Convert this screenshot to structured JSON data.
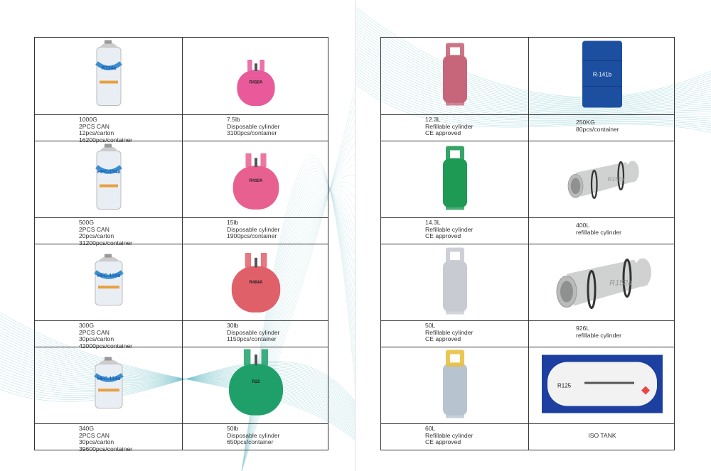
{
  "left_page": {
    "rows": [
      {
        "cells": [
          {
            "kind": "can",
            "color": "#e8eef4",
            "tall": true,
            "label": "R134a",
            "lines": [
              "1000G",
              "2PCS CAN",
              "12pcs/carton",
              "16200pcs/container"
            ]
          },
          {
            "kind": "disposable",
            "color": "#e85a9a",
            "size": 0.7,
            "label": "R410A",
            "lines": [
              "7.5lb",
              "Disposable cylinder",
              "3100pcs/container"
            ]
          }
        ]
      },
      {
        "cells": [
          {
            "kind": "can",
            "color": "#e8eef4",
            "tall": true,
            "label": "HFC-134a",
            "lines": [
              "500G",
              "2PCS CAN",
              "20pcs/carton",
              "31200pcs/container"
            ]
          },
          {
            "kind": "disposable",
            "color": "#e8608f",
            "size": 0.85,
            "label": "R410A",
            "lines": [
              "15lb",
              "Disposable cylinder",
              "1900pcs/container"
            ]
          }
        ]
      },
      {
        "cells": [
          {
            "kind": "can",
            "color": "#e8eef4",
            "tall": false,
            "label": "HFC-134a",
            "lines": [
              "300G",
              "2PCS CAN",
              "30pcs/carton",
              "42000pcs/container"
            ]
          },
          {
            "kind": "disposable",
            "color": "#e0606a",
            "size": 0.9,
            "label": "R404A",
            "lines": [
              "30lb",
              "Disposable cylinder",
              "1150pcs/container"
            ]
          }
        ]
      },
      {
        "cells": [
          {
            "kind": "can",
            "color": "#e8eef4",
            "tall": false,
            "label": "HFC-134a",
            "lines": [
              "340G",
              "2PCS CAN",
              "30pcs/carton",
              "39600pcs/container"
            ]
          },
          {
            "kind": "disposable",
            "color": "#1fa06a",
            "size": 1.0,
            "label": "R22",
            "lines": [
              "50lb",
              "Disposable cylinder",
              "650pcs/container"
            ]
          }
        ]
      }
    ]
  },
  "right_page": {
    "rows": [
      {
        "cells": [
          {
            "kind": "refillable",
            "color": "#c7667a",
            "h": 90,
            "lines": [
              "12.3L",
              "Refillable cylinder",
              "CE approved"
            ]
          },
          {
            "kind": "drum",
            "color": "#1d4fa0",
            "label": "R-141b",
            "lines": [
              "250KG",
              "80pcs/container"
            ]
          }
        ]
      },
      {
        "cells": [
          {
            "kind": "refillable",
            "color": "#1f9a55",
            "h": 92,
            "lines": [
              "14.3L",
              "Refillable cylinder",
              "CE approved"
            ]
          },
          {
            "kind": "ton",
            "color": "#cfd2d0",
            "scale": 0.75,
            "label": "R152a",
            "lines": [
              "400L",
              "refillable  cylinder"
            ]
          }
        ]
      },
      {
        "cells": [
          {
            "kind": "refillable",
            "color": "#c8cbd2",
            "h": 96,
            "lines": [
              "50L",
              "Refillable cylinder",
              "CE approved"
            ]
          },
          {
            "kind": "ton",
            "color": "#cfd2d0",
            "scale": 1.0,
            "label": "R152a",
            "lines": [
              "926L",
              "refillable  cylinder"
            ]
          }
        ]
      },
      {
        "cells": [
          {
            "kind": "refillable",
            "color": "#b8c3d0",
            "h": 98,
            "cap": "#e8c040",
            "lines": [
              "60L",
              "Refillable cylinder",
              "CE approved"
            ]
          },
          {
            "kind": "iso",
            "color": "#1d3fa0",
            "label": "R125",
            "lines": [
              "ISO TANK"
            ]
          }
        ]
      }
    ]
  },
  "colors": {
    "border": "#333333",
    "accent_lines": "#3aa7b5"
  }
}
